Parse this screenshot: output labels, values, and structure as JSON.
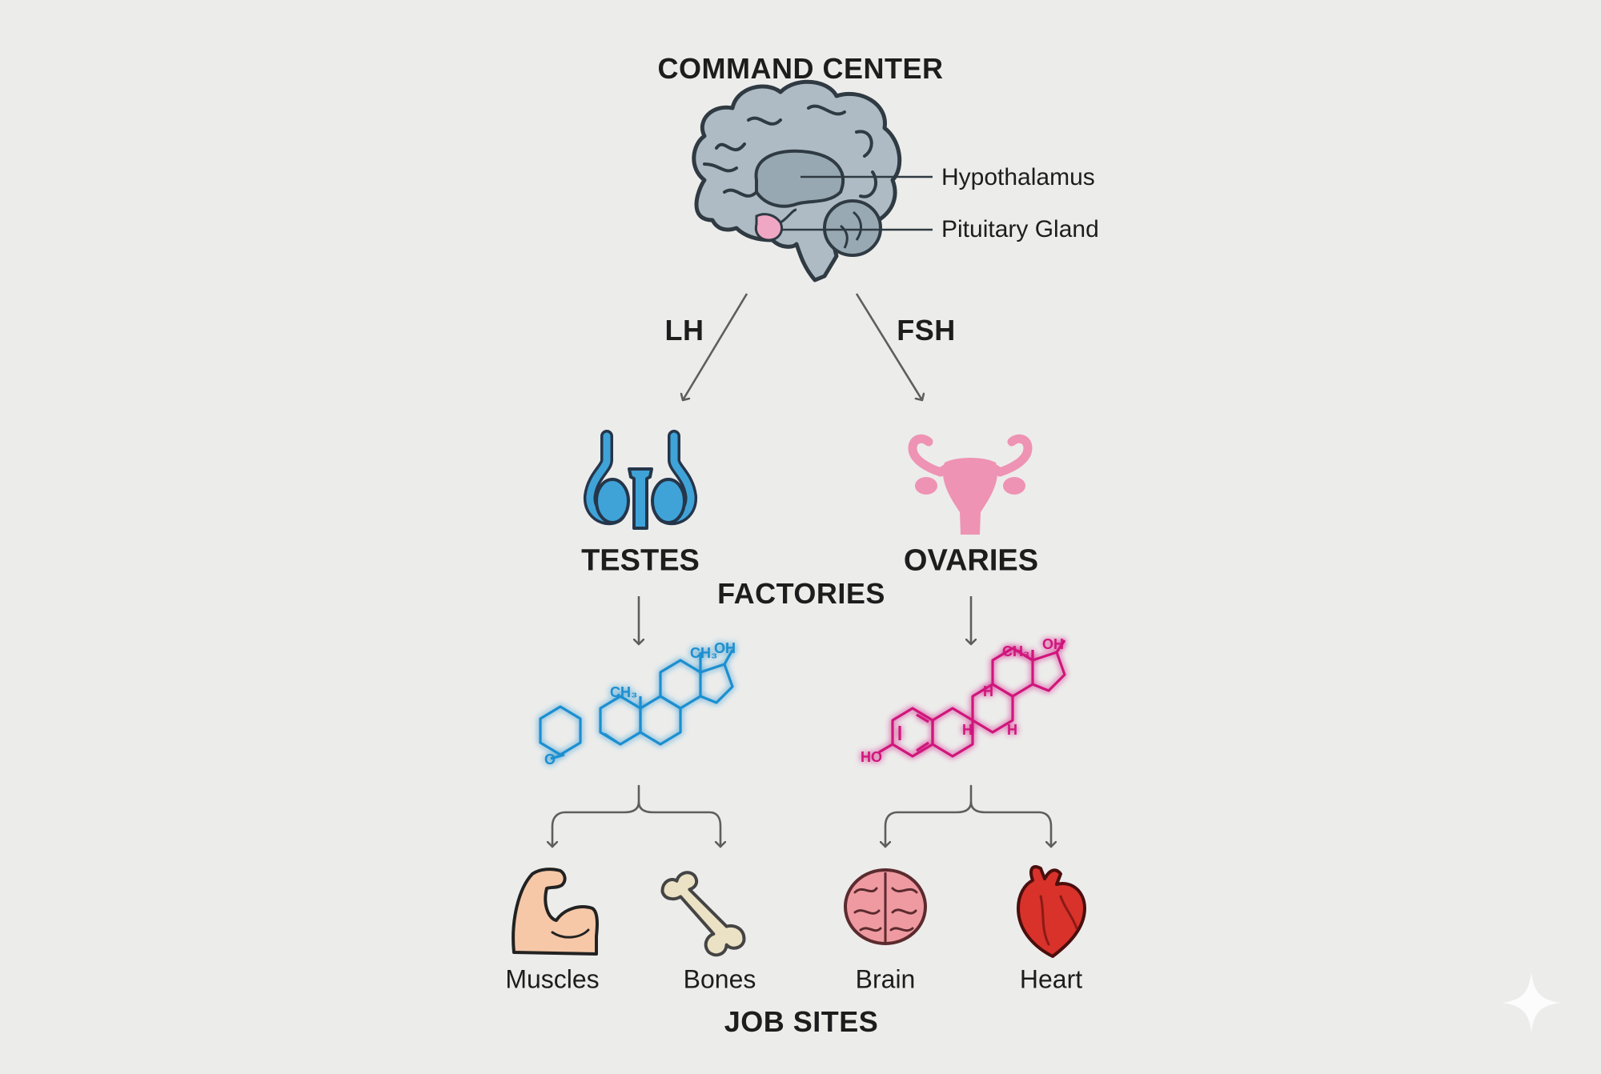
{
  "diagram": {
    "title": "COMMAND CENTER",
    "brain_labels": [
      "Hypothalamus",
      "Pituitary Gland"
    ],
    "hormones": {
      "left": "LH",
      "right": "FSH"
    },
    "glands": {
      "left": "TESTES",
      "right": "OVARIES"
    },
    "factories_label": "FACTORIES",
    "molecules": {
      "testosterone": {
        "labels": [
          "CH3",
          "OH",
          "CH3",
          "O"
        ],
        "color": "#1a8fd0"
      },
      "estradiol": {
        "labels": [
          "CH3",
          "OH",
          "H",
          "H",
          "H",
          "HO"
        ],
        "color": "#d0157d"
      }
    },
    "targets": [
      "Muscles",
      "Bones",
      "Brain",
      "Heart"
    ],
    "footer": "JOB SITES"
  },
  "colors": {
    "background": "#ececeb",
    "arrow": "#5e5e5e",
    "brain": "#aebbc4",
    "pituitary": "#f0a7c4",
    "testes": "#3fa3d8",
    "ovaries": "#ee93b4",
    "heart": "#d8322b"
  },
  "icons": [
    "brain-icon",
    "testes-icon",
    "ovaries-icon",
    "muscle-icon",
    "bone-icon",
    "brain-small-icon",
    "heart-icon",
    "sparkle-icon"
  ]
}
